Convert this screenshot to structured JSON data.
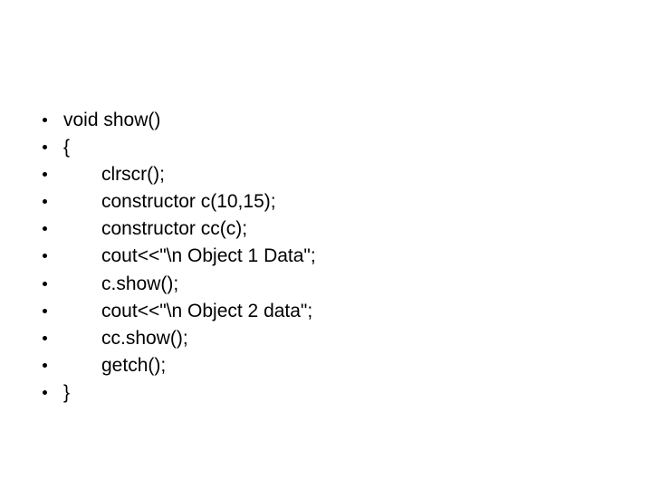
{
  "slide": {
    "background_color": "#ffffff",
    "text_color": "#000000",
    "bullet_glyph": "bullet-dot",
    "lines": [
      {
        "text": "void show()",
        "indent": 0
      },
      {
        "text": "{",
        "indent": 0
      },
      {
        "text": "clrscr();",
        "indent": 1
      },
      {
        "text": "constructor c(10,15);",
        "indent": 1
      },
      {
        "text": "constructor cc(c);",
        "indent": 1
      },
      {
        "text": "cout<<\"\\n Object 1 Data\";",
        "indent": 1
      },
      {
        "text": "c.show();",
        "indent": 1
      },
      {
        "text": "cout<<\"\\n Object 2 data\";",
        "indent": 1
      },
      {
        "text": "cc.show();",
        "indent": 1
      },
      {
        "text": "getch();",
        "indent": 1
      },
      {
        "text": "}",
        "indent": 0
      }
    ]
  }
}
